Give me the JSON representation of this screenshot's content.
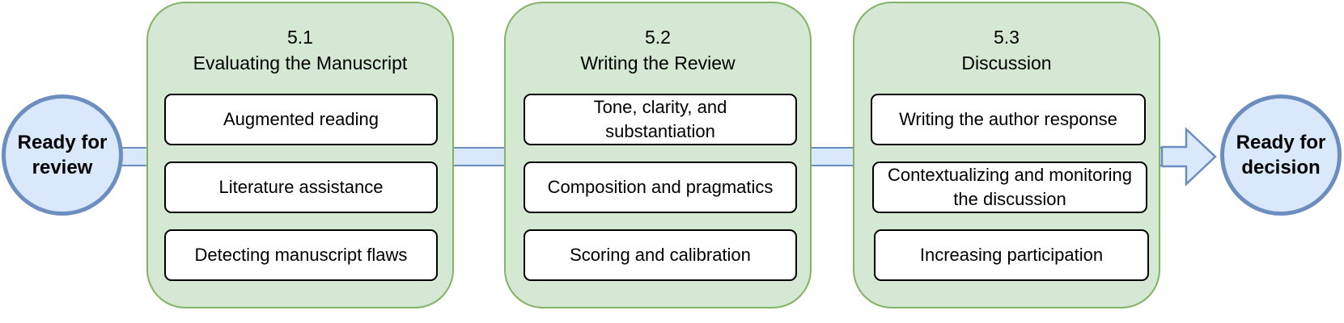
{
  "start_node": {
    "label": "Ready for\nreview"
  },
  "end_node": {
    "label": "Ready for\ndecision"
  },
  "stages": [
    {
      "number": "5.1",
      "title": "Evaluating the Manuscript",
      "items": [
        "Augmented reading",
        "Literature assistance",
        "Detecting manuscript flaws"
      ]
    },
    {
      "number": "5.2",
      "title": "Writing the Review",
      "items": [
        "Tone, clarity, and substantiation",
        "Composition and pragmatics",
        "Scoring and calibration"
      ]
    },
    {
      "number": "5.3",
      "title": "Discussion",
      "items": [
        "Writing the author response",
        "Contextualizing and monitoring the discussion",
        "Increasing participation"
      ]
    }
  ],
  "colors": {
    "stage_fill": "#d5e8d4",
    "stage_border": "#82b366",
    "node_fill": "#dae8fc",
    "node_border": "#6c8ebf"
  }
}
